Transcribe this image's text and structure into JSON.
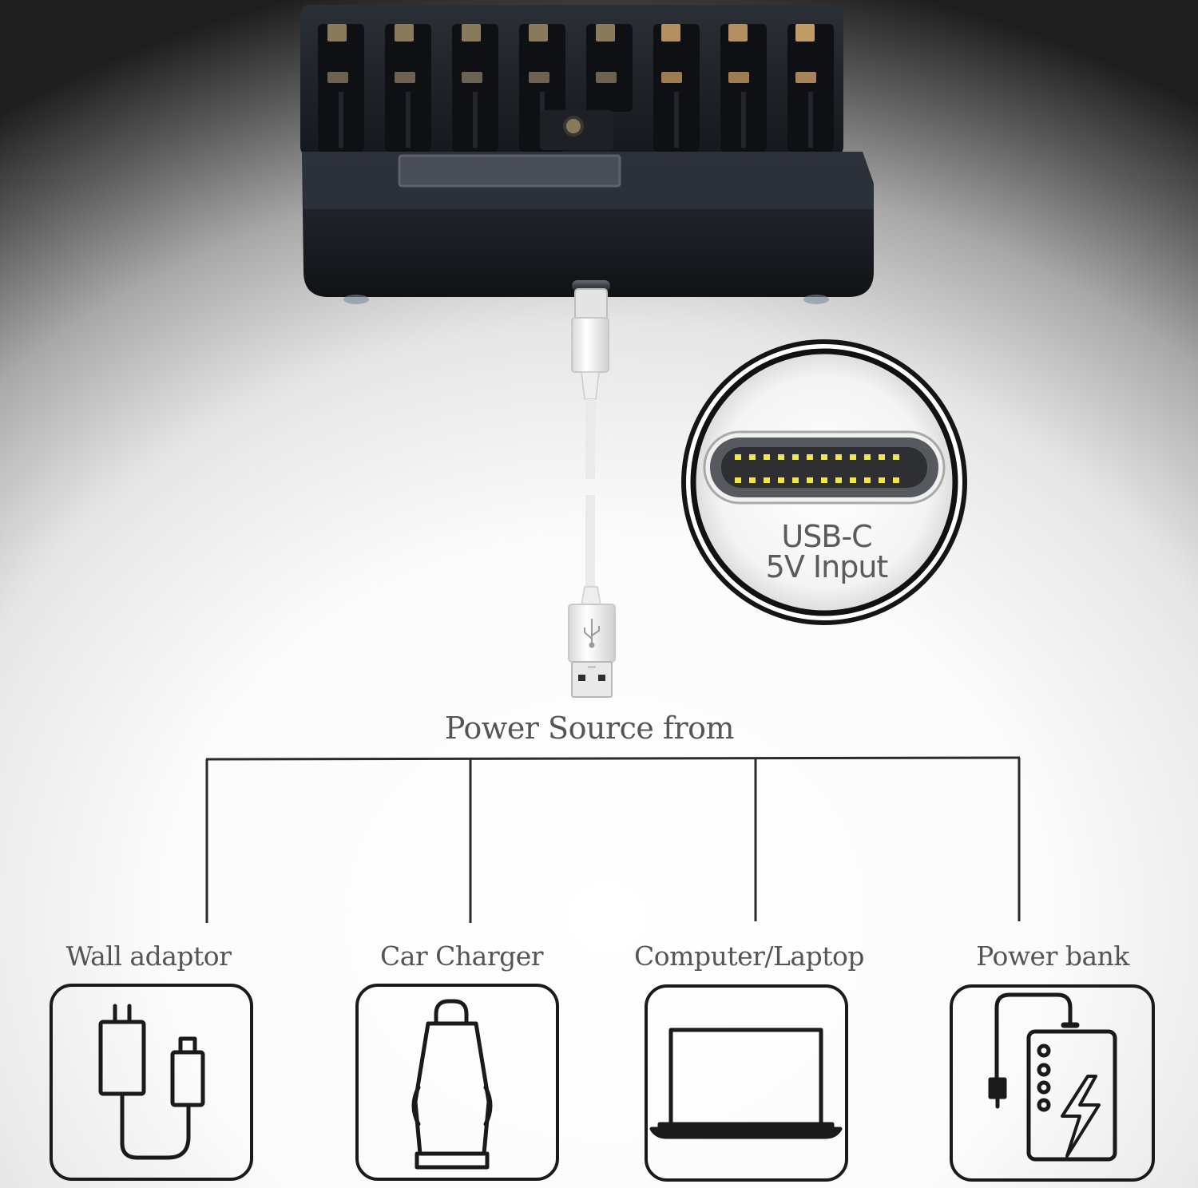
{
  "usb_callout": {
    "line1": "USB-C",
    "line2": "5V Input"
  },
  "power_source_title": "Power Source from",
  "sources": [
    {
      "label": "Wall adaptor",
      "icon": "wall-adaptor-icon"
    },
    {
      "label": "Car Charger",
      "icon": "car-charger-icon"
    },
    {
      "label": "Computer/Laptop",
      "icon": "laptop-icon"
    },
    {
      "label": "Power bank",
      "icon": "power-bank-icon"
    }
  ],
  "colors": {
    "charger_body": "#1a1d22",
    "icon_stroke": "#1a1a1a",
    "text": "#555555",
    "pin_yellow": "#f4e64a"
  }
}
